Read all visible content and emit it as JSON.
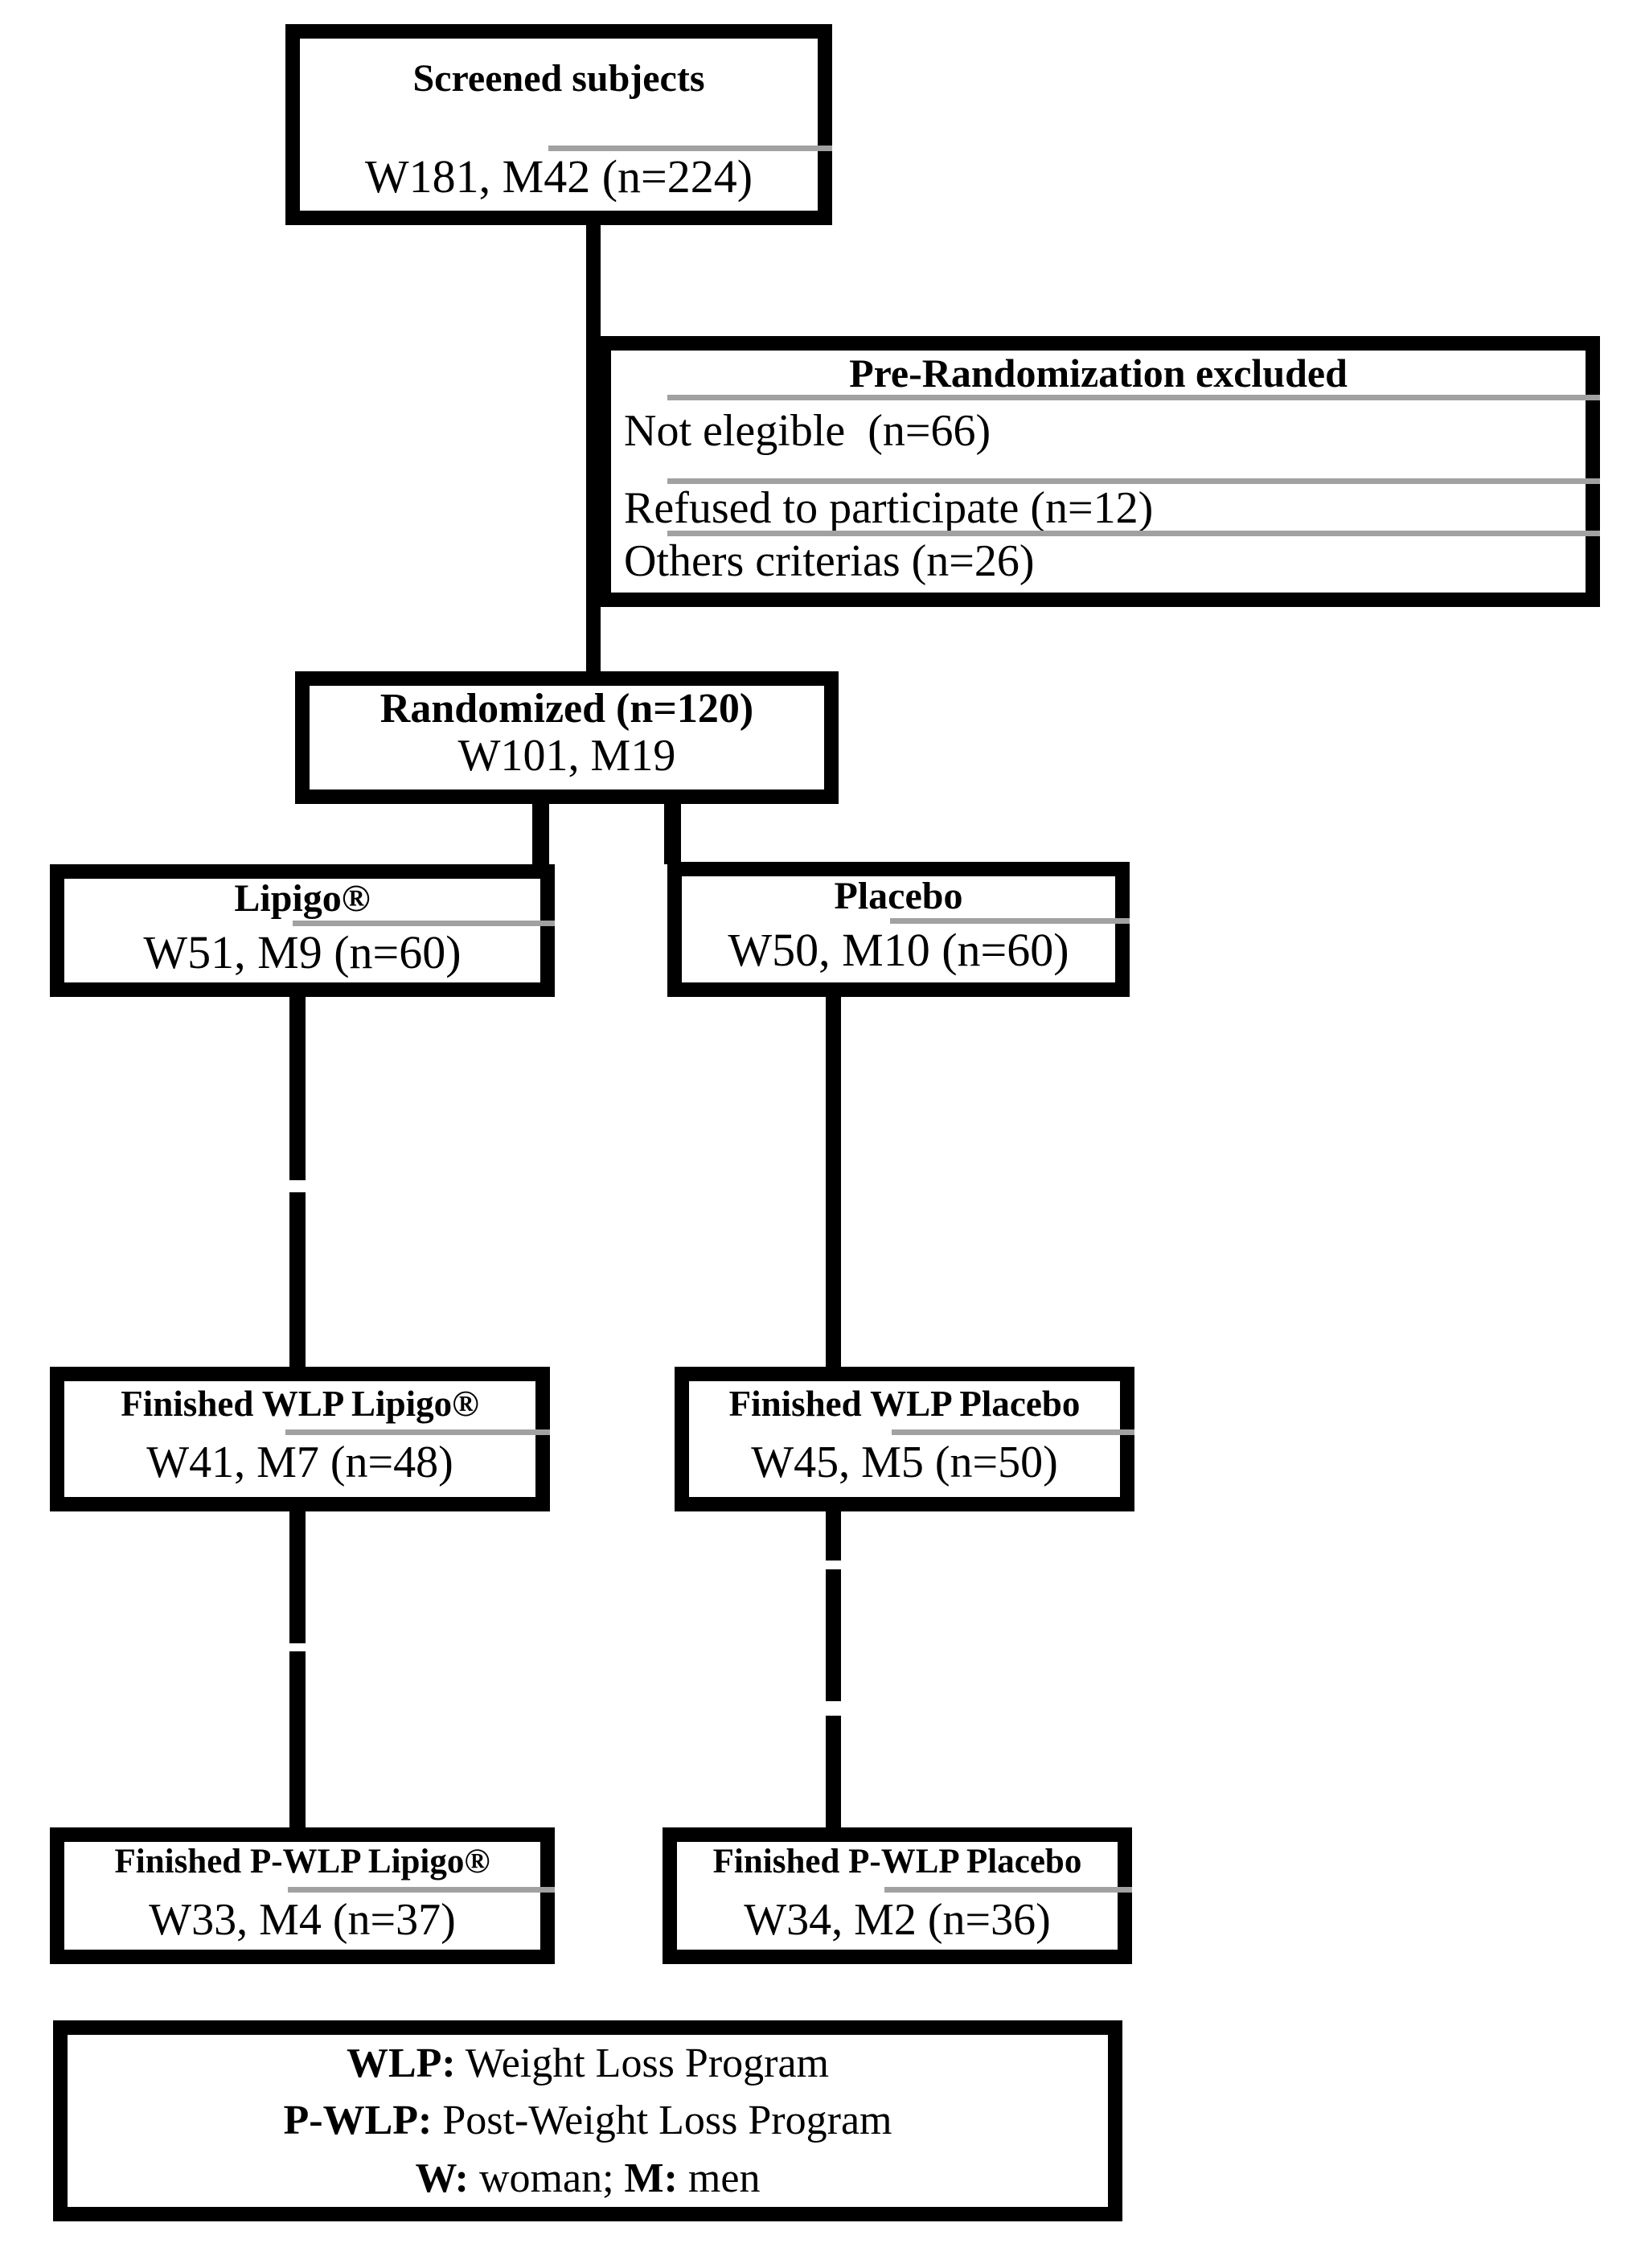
{
  "nodes": {
    "screened": {
      "title": "Screened subjects",
      "value": "W181, M42 (n=224)"
    },
    "excluded": {
      "title": "Pre-Randomization excluded",
      "rows": [
        "Not elegible  (n=66)",
        "Refused to participate (n=12)",
        "Others criterias (n=26)"
      ]
    },
    "randomized": {
      "title": "Randomized (n=120)",
      "value": "W101, M19"
    },
    "lipigo": {
      "title": "Lipigo®",
      "value": "W51, M9 (n=60)"
    },
    "placebo": {
      "title": "Placebo",
      "value": "W50, M10 (n=60)"
    },
    "finished_wlp_lipigo": {
      "title": "Finished WLP Lipigo®",
      "value": "W41, M7 (n=48)"
    },
    "finished_wlp_placebo": {
      "title": "Finished WLP Placebo",
      "value": "W45, M5 (n=50)"
    },
    "finished_pwlp_lipigo": {
      "title": "Finished P-WLP Lipigo®",
      "value": "W33, M4 (n=37)"
    },
    "finished_pwlp_placebo": {
      "title": "Finished P-WLP Placebo",
      "value": "W34, M2 (n=36)"
    }
  },
  "legend": {
    "lines": [
      [
        {
          "bold": true,
          "t": "WLP:"
        },
        {
          "bold": false,
          "t": " Weight Loss Program"
        }
      ],
      [
        {
          "bold": true,
          "t": "P-WLP:"
        },
        {
          "bold": false,
          "t": " Post-Weight Loss Program"
        }
      ],
      [
        {
          "bold": true,
          "t": "W:"
        },
        {
          "bold": false,
          "t": " woman; "
        },
        {
          "bold": true,
          "t": "M:"
        },
        {
          "bold": false,
          "t": " men"
        }
      ]
    ]
  },
  "colors": {
    "line": "#000000",
    "divider": "#a1a1a1",
    "background": "#ffffff",
    "text": "#000000"
  }
}
